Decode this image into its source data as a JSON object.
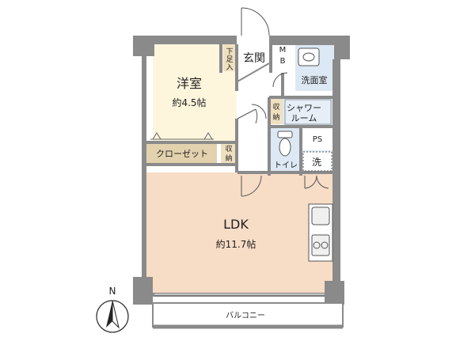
{
  "rooms": {
    "western_room": {
      "name": "洋室",
      "area": "約4.5帖"
    },
    "ldk": {
      "name": "LDK",
      "area": "約11.7帖"
    },
    "closet": "クローゼット",
    "shoe_box": [
      "下",
      "足",
      "入"
    ],
    "entrance": "玄関",
    "mb": [
      "M",
      "B"
    ],
    "washroom": "洗面室",
    "storage_a": [
      "収",
      "納"
    ],
    "storage_b": [
      "収",
      "納"
    ],
    "shower_room": [
      "シャワー",
      "ルーム"
    ],
    "ps": "PS",
    "toilet": "トイレ",
    "washer": "洗",
    "balcony": "バルコニー"
  },
  "compass": {
    "north": "N"
  },
  "colors": {
    "wall": "#8a8a8a",
    "ldk_floor": "#f7dcc6",
    "western_floor": "#fdf6dd",
    "storage_floor": "#efe0c0",
    "closet_floor": "#e3d2ae",
    "bath_floor": "#dce8f4",
    "balcony_floor": "#ffffff"
  }
}
